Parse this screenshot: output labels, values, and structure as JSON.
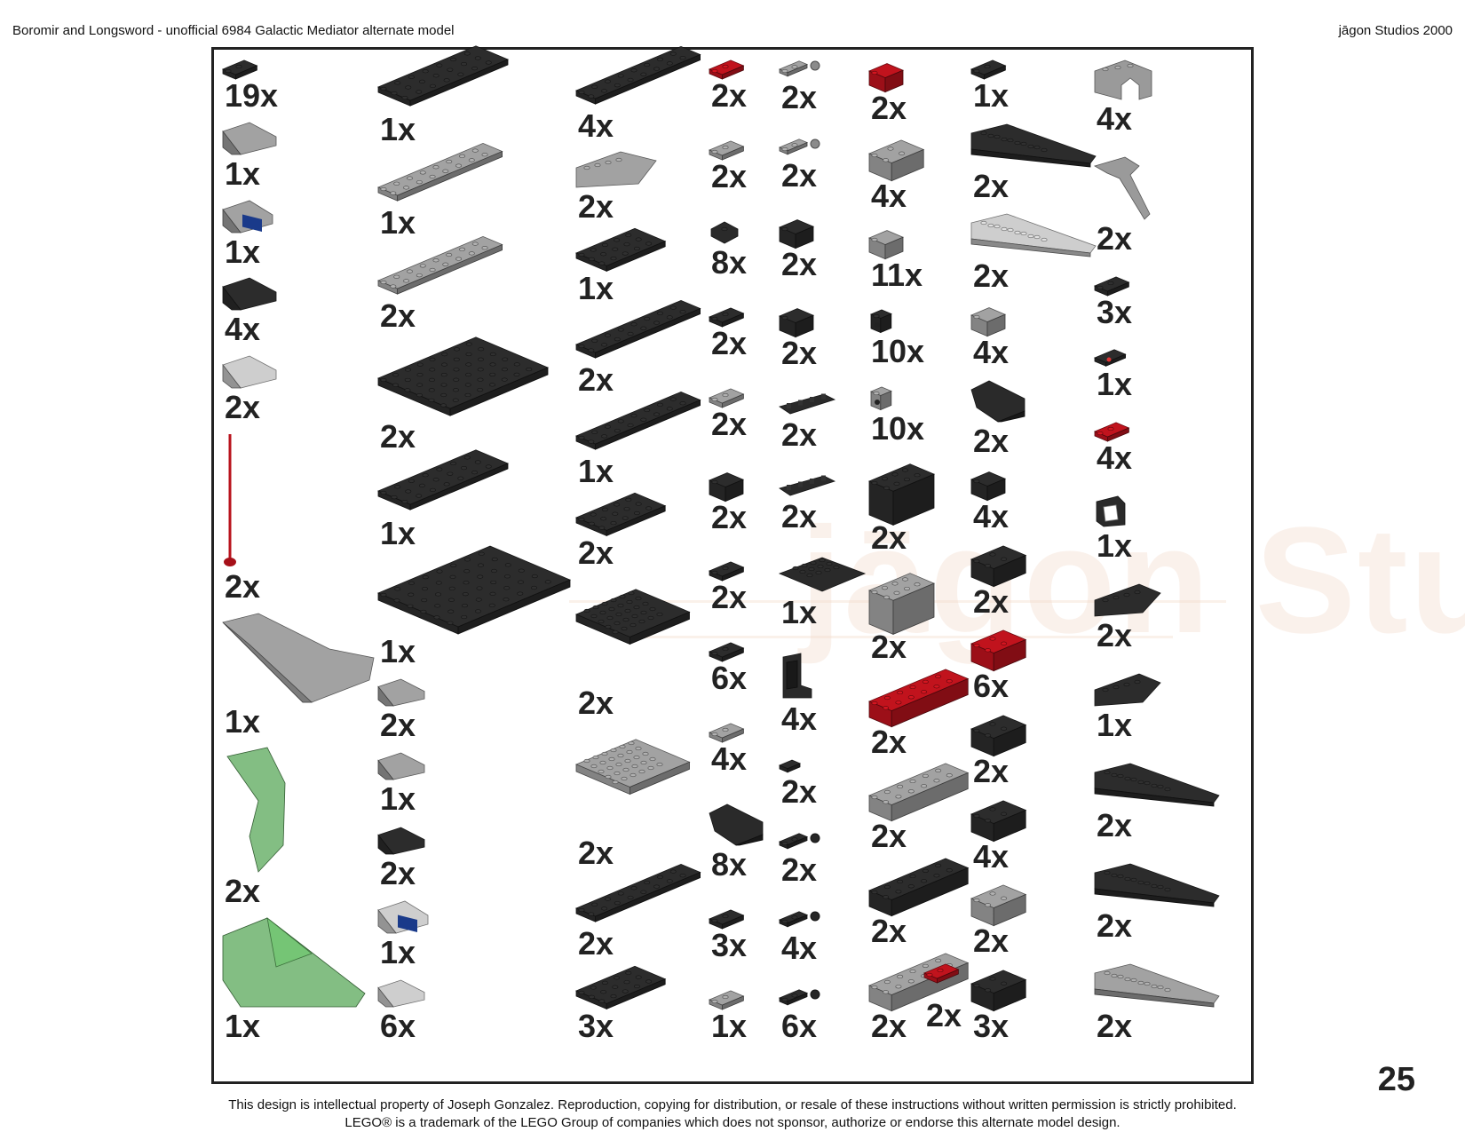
{
  "header": {
    "title": "Boromir and Longsword - unofficial 6984 Galactic Mediator alternate model",
    "studio": "jāgon Studios 2000"
  },
  "watermark": "jāgon Studios",
  "page_number": "25",
  "footer": {
    "line1": "This design is intellectual property of Joseph Gonzalez.  Reproduction, copying for distribution, or resale of these instructions without written permission is strictly prohibited.",
    "line2": "LEGO® is a trademark of the LEGO Group of companies which does not sponsor, authorize or endorse this alternate model design."
  },
  "colors": {
    "black": "#2a2a2a",
    "gray": "#9a9a9a",
    "light_gray": "#c4c4c4",
    "red": "#b8121c",
    "trans_green": "#5aa85a"
  },
  "parts": [
    {
      "col": 0,
      "qty": "19x",
      "shape": "plate-s",
      "color": "black"
    },
    {
      "col": 0,
      "qty": "1x",
      "shape": "slope",
      "color": "gray"
    },
    {
      "col": 0,
      "qty": "1x",
      "shape": "slope-print",
      "color": "gray"
    },
    {
      "col": 0,
      "qty": "4x",
      "shape": "slope",
      "color": "black"
    },
    {
      "col": 0,
      "qty": "2x",
      "shape": "slope",
      "color": "light_gray"
    },
    {
      "col": 0,
      "qty": "2x",
      "shape": "antenna",
      "color": "red"
    },
    {
      "col": 0,
      "qty": "1x",
      "shape": "hull",
      "color": "gray"
    },
    {
      "col": 0,
      "qty": "2x",
      "shape": "windscreen",
      "color": "trans_green"
    },
    {
      "col": 0,
      "qty": "1x",
      "shape": "canopy",
      "color": "trans_green"
    },
    {
      "col": 1,
      "qty": "1x",
      "shape": "plate-l",
      "color": "black"
    },
    {
      "col": 1,
      "qty": "1x",
      "shape": "plate-long",
      "color": "gray"
    },
    {
      "col": 1,
      "qty": "2x",
      "shape": "plate-long",
      "color": "gray"
    },
    {
      "col": 1,
      "qty": "2x",
      "shape": "baseplate",
      "color": "black"
    },
    {
      "col": 1,
      "qty": "1x",
      "shape": "plate-l",
      "color": "black"
    },
    {
      "col": 1,
      "qty": "1x",
      "shape": "plate-xl",
      "color": "black"
    },
    {
      "col": 1,
      "qty": "2x",
      "shape": "slope-s",
      "color": "gray"
    },
    {
      "col": 1,
      "qty": "1x",
      "shape": "slope-s",
      "color": "gray"
    },
    {
      "col": 1,
      "qty": "2x",
      "shape": "slope-s",
      "color": "black"
    },
    {
      "col": 1,
      "qty": "1x",
      "shape": "slope-print",
      "color": "light_gray"
    },
    {
      "col": 1,
      "qty": "6x",
      "shape": "slope-s",
      "color": "light_gray"
    },
    {
      "col": 2,
      "qty": "4x",
      "shape": "plate-long",
      "color": "black"
    },
    {
      "col": 2,
      "qty": "2x",
      "shape": "wedge",
      "color": "gray"
    },
    {
      "col": 2,
      "qty": "1x",
      "shape": "plate-m",
      "color": "black"
    },
    {
      "col": 2,
      "qty": "2x",
      "shape": "plate-long",
      "color": "black"
    },
    {
      "col": 2,
      "qty": "1x",
      "shape": "plate-long",
      "color": "black"
    },
    {
      "col": 2,
      "qty": "2x",
      "shape": "plate-m",
      "color": "black"
    },
    {
      "col": 2,
      "qty": "2x",
      "shape": "plate-corner",
      "color": "black"
    },
    {
      "col": 2,
      "qty": "2x",
      "shape": "plate-corner",
      "color": "gray"
    },
    {
      "col": 2,
      "qty": "2x",
      "shape": "plate-long",
      "color": "black"
    },
    {
      "col": 2,
      "qty": "3x",
      "shape": "plate-m",
      "color": "black"
    },
    {
      "col": 3,
      "qty": "2x",
      "shape": "plate-s",
      "color": "red"
    },
    {
      "col": 3,
      "qty": "2x",
      "shape": "plate-s",
      "color": "gray"
    },
    {
      "col": 3,
      "qty": "8x",
      "shape": "round",
      "color": "black"
    },
    {
      "col": 3,
      "qty": "2x",
      "shape": "plate-s",
      "color": "black"
    },
    {
      "col": 3,
      "qty": "2x",
      "shape": "plate-s",
      "color": "gray"
    },
    {
      "col": 3,
      "qty": "2x",
      "shape": "brick-s",
      "color": "black"
    },
    {
      "col": 3,
      "qty": "2x",
      "shape": "plate-s",
      "color": "black"
    },
    {
      "col": 3,
      "qty": "6x",
      "shape": "plate-s",
      "color": "black"
    },
    {
      "col": 3,
      "qty": "4x",
      "shape": "plate-s",
      "color": "gray"
    },
    {
      "col": 3,
      "qty": "8x",
      "shape": "engine",
      "color": "black"
    },
    {
      "col": 3,
      "qty": "3x",
      "shape": "plate-s",
      "color": "black"
    },
    {
      "col": 3,
      "qty": "1x",
      "shape": "plate-s",
      "color": "gray"
    },
    {
      "col": 4,
      "qty": "2x",
      "shape": "hinge",
      "color": "gray"
    },
    {
      "col": 4,
      "qty": "2x",
      "shape": "hinge",
      "color": "gray"
    },
    {
      "col": 4,
      "qty": "2x",
      "shape": "brick-s",
      "color": "black"
    },
    {
      "col": 4,
      "qty": "2x",
      "shape": "brick-s",
      "color": "black"
    },
    {
      "col": 4,
      "qty": "2x",
      "shape": "rail",
      "color": "black"
    },
    {
      "col": 4,
      "qty": "2x",
      "shape": "rail",
      "color": "black"
    },
    {
      "col": 4,
      "qty": "1x",
      "shape": "plate-round",
      "color": "black"
    },
    {
      "col": 4,
      "qty": "4x",
      "shape": "bracket",
      "color": "black"
    },
    {
      "col": 4,
      "qty": "2x",
      "shape": "tile-s",
      "color": "black"
    },
    {
      "col": 4,
      "qty": "2x",
      "shape": "hinge",
      "color": "black"
    },
    {
      "col": 4,
      "qty": "4x",
      "shape": "hinge",
      "color": "black"
    },
    {
      "col": 4,
      "qty": "6x",
      "shape": "hinge",
      "color": "black"
    },
    {
      "col": 5,
      "qty": "2x",
      "shape": "brick-s",
      "color": "red"
    },
    {
      "col": 5,
      "qty": "4x",
      "shape": "brick-m",
      "color": "gray"
    },
    {
      "col": 5,
      "qty": "11x",
      "shape": "brick-s",
      "color": "gray"
    },
    {
      "col": 5,
      "qty": "10x",
      "shape": "technic",
      "color": "black"
    },
    {
      "col": 5,
      "qty": "10x",
      "shape": "technic",
      "color": "gray"
    },
    {
      "col": 5,
      "qty": "2x",
      "shape": "brick-big",
      "color": "black"
    },
    {
      "col": 5,
      "qty": "2x",
      "shape": "brick-big",
      "color": "gray"
    },
    {
      "col": 5,
      "qty": "2x",
      "shape": "brick-long",
      "color": "red"
    },
    {
      "col": 5,
      "qty": "2x",
      "shape": "brick-long",
      "color": "gray"
    },
    {
      "col": 5,
      "qty": "2x",
      "shape": "brick-long",
      "color": "black"
    },
    {
      "col": 5,
      "qty": "2x",
      "shape": "brick-long",
      "color": "gray"
    },
    {
      "col": 6,
      "qty": "1x",
      "shape": "plate-s",
      "color": "black"
    },
    {
      "col": 6,
      "qty": "2x",
      "shape": "wing",
      "color": "black"
    },
    {
      "col": 6,
      "qty": "2x",
      "shape": "wing",
      "color": "light_gray"
    },
    {
      "col": 6,
      "qty": "4x",
      "shape": "brick-s",
      "color": "gray"
    },
    {
      "col": 6,
      "qty": "2x",
      "shape": "engine",
      "color": "black"
    },
    {
      "col": 6,
      "qty": "4x",
      "shape": "brick-s",
      "color": "black"
    },
    {
      "col": 6,
      "qty": "2x",
      "shape": "brick-m",
      "color": "black"
    },
    {
      "col": 6,
      "qty": "6x",
      "shape": "brick-m",
      "color": "red"
    },
    {
      "col": 6,
      "qty": "2x",
      "shape": "brick-m",
      "color": "black"
    },
    {
      "col": 6,
      "qty": "4x",
      "shape": "brick-m",
      "color": "black"
    },
    {
      "col": 6,
      "qty": "2x",
      "shape": "brick-m",
      "color": "gray"
    },
    {
      "col": 6,
      "qty": "3x",
      "shape": "brick-m",
      "color": "black"
    },
    {
      "col": 7,
      "qty": "4x",
      "shape": "arch",
      "color": "gray"
    },
    {
      "col": 7,
      "qty": "2x",
      "shape": "support",
      "color": "gray"
    },
    {
      "col": 7,
      "qty": "3x",
      "shape": "plate-s",
      "color": "black"
    },
    {
      "col": 7,
      "qty": "1x",
      "shape": "tile-print",
      "color": "black"
    },
    {
      "col": 7,
      "qty": "4x",
      "shape": "plate-s",
      "color": "red"
    },
    {
      "col": 7,
      "qty": "1x",
      "shape": "panel",
      "color": "black"
    },
    {
      "col": 7,
      "qty": "2x",
      "shape": "wedge-s",
      "color": "black"
    },
    {
      "col": 7,
      "qty": "1x",
      "shape": "wedge-s",
      "color": "black"
    },
    {
      "col": 7,
      "qty": "2x",
      "shape": "wing",
      "color": "black"
    },
    {
      "col": 7,
      "qty": "2x",
      "shape": "wing",
      "color": "black"
    },
    {
      "col": 7,
      "qty": "2x",
      "shape": "wing",
      "color": "gray"
    }
  ],
  "extra_qty": {
    "qty": "2x",
    "shape": "plate-s",
    "color": "red"
  }
}
